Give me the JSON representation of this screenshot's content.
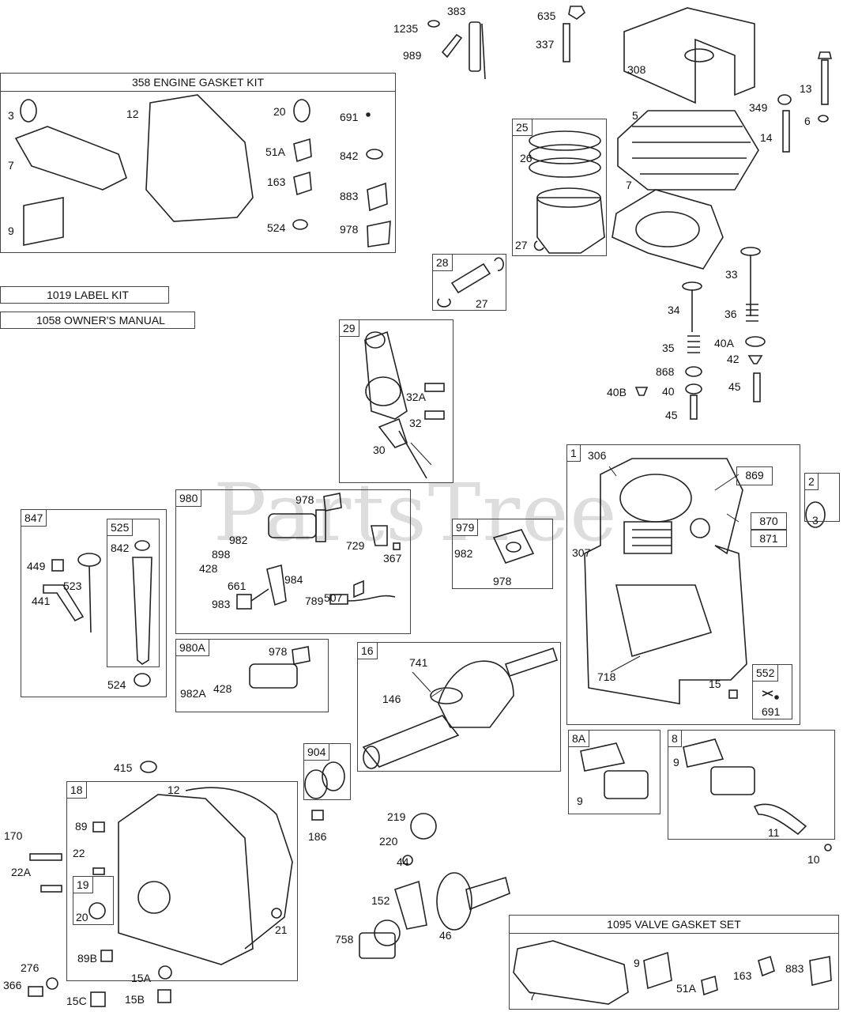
{
  "watermark": "PartsTree",
  "kits": {
    "engine_gasket_kit": "358 ENGINE GASKET KIT",
    "label_kit": "1019 LABEL KIT",
    "owners_manual": "1058 OWNER'S MANUAL",
    "valve_gasket_set": "1095 VALVE GASKET SET"
  },
  "group_tags": {
    "g25": "25",
    "g28": "28",
    "g29": "29",
    "g1": "1",
    "g869": "869",
    "g870": "870",
    "g871": "871",
    "g2": "2",
    "g847": "847",
    "g525": "525",
    "g980": "980",
    "g979": "979",
    "g980a": "980A",
    "g16": "16",
    "g552": "552",
    "g8a": "8A",
    "g8": "8",
    "g904": "904",
    "g18": "18",
    "g19": "19"
  },
  "labels": {
    "p1235": "1235",
    "p383": "383",
    "p989": "989",
    "p635": "635",
    "p337": "337",
    "p308": "308",
    "p13": "13",
    "p349": "349",
    "p6": "6",
    "p14": "14",
    "p5": "5",
    "p7b": "7",
    "k3": "3",
    "k12": "12",
    "k20": "20",
    "k691": "691",
    "k7": "7",
    "k51a": "51A",
    "k842": "842",
    "k163": "163",
    "k883": "883",
    "k9": "9",
    "k524": "524",
    "k978": "978",
    "p26": "26",
    "p27a": "27",
    "p27b": "27",
    "p33": "33",
    "p34": "34",
    "p36": "36",
    "p35": "35",
    "p40a": "40A",
    "p42": "42",
    "p868": "868",
    "p40b": "40B",
    "p40": "40",
    "p45a": "45",
    "p45b": "45",
    "p32a": "32A",
    "p32": "32",
    "p30": "30",
    "p306": "306",
    "p307": "307",
    "p718": "718",
    "p15": "15",
    "p691b": "691",
    "p3b": "3",
    "p449": "449",
    "p523": "523",
    "p441": "441",
    "p842b": "842",
    "p524b": "524",
    "p978a": "978",
    "p982": "982",
    "p898": "898",
    "p428": "428",
    "p729": "729",
    "p367": "367",
    "p661": "661",
    "p984": "984",
    "p507": "507",
    "p983": "983",
    "p789": "789",
    "p982b": "982",
    "p978b": "978",
    "p978c": "978",
    "p982a": "982A",
    "p428b": "428",
    "p741": "741",
    "p146": "146",
    "p9a": "9",
    "p9b": "9",
    "p11": "11",
    "p10": "10",
    "p415": "415",
    "p12b": "12",
    "p170": "170",
    "p89": "89",
    "p22": "22",
    "p22a": "22A",
    "p20b": "20",
    "p21": "21",
    "p89b": "89B",
    "p15a": "15A",
    "p276": "276",
    "p366": "366",
    "p15c": "15C",
    "p15b": "15B",
    "p186": "186",
    "p219": "219",
    "p220": "220",
    "p44": "44",
    "p152": "152",
    "p758": "758",
    "p46": "46",
    "v9": "9",
    "v7": "7",
    "v51a": "51A",
    "v163": "163",
    "v883": "883"
  }
}
